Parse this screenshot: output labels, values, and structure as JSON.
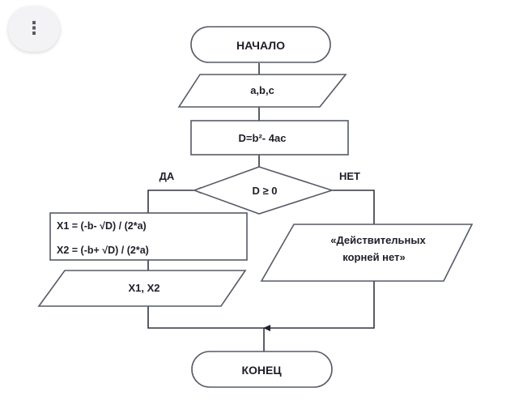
{
  "menu": {
    "icon": "more-vertical-icon",
    "glyph": "⋮"
  },
  "flowchart": {
    "start": "НАЧАЛО",
    "input": "a,b,c",
    "discriminant": "D=b²- 4ac",
    "condition": "D ≥ 0",
    "yes_label": "ДА",
    "no_label": "НЕТ",
    "formula_x1": "X1 = (-b- √D) / (2*a)",
    "formula_x2": "X2 = (-b+ √D) / (2*a)",
    "output_roots": "X1, X2",
    "no_roots_line1": "«Действительных",
    "no_roots_line2": "корней нет»",
    "end": "КОНЕЦ"
  }
}
